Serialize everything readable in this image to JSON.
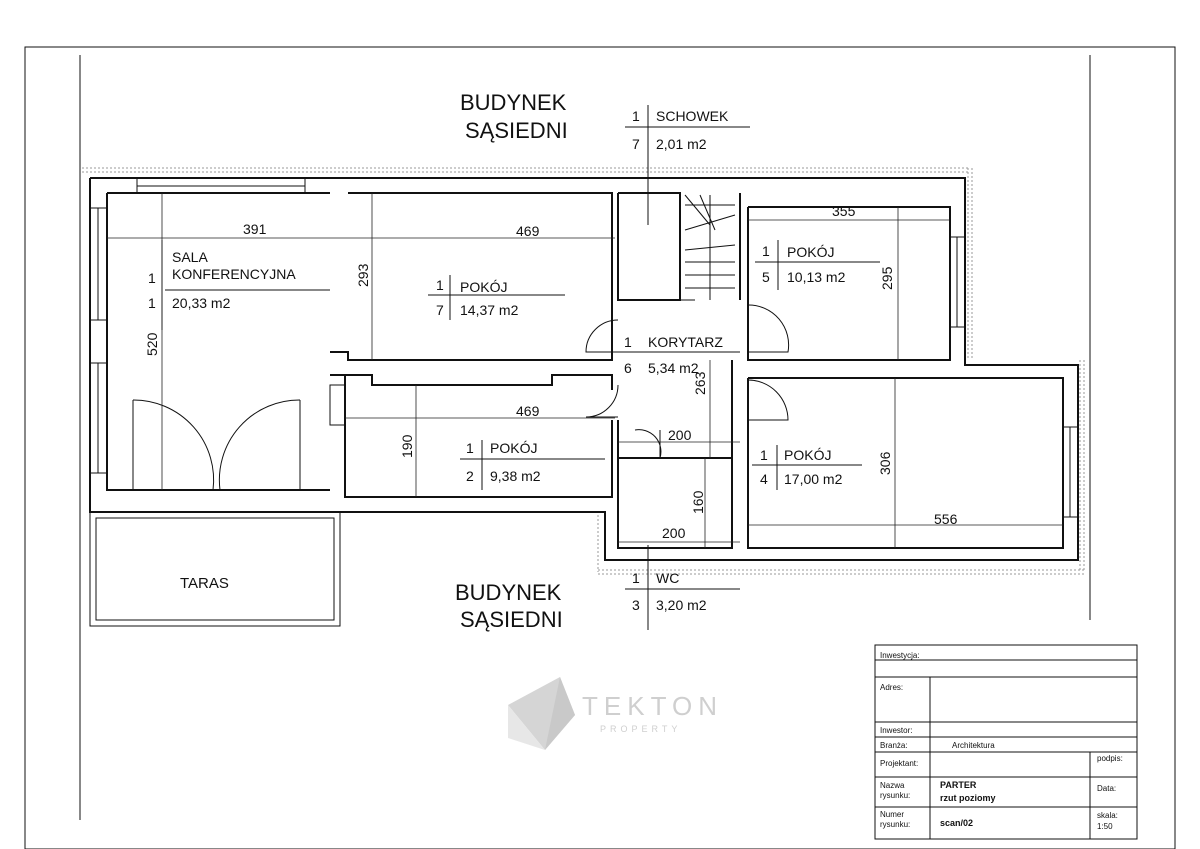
{
  "building_labels": {
    "top_line1": "BUDYNEK",
    "top_line2": "SĄSIEDNI",
    "bottom_line1": "BUDYNEK",
    "bottom_line2": "SĄSIEDNI"
  },
  "rooms": [
    {
      "id": "sala",
      "level": "1",
      "name1": "SALA",
      "name2": "KONFERENCYJNA",
      "number": "1",
      "area": "20,33 m2"
    },
    {
      "id": "pokoj7",
      "level": "1",
      "name1": "POKÓJ",
      "number": "7",
      "area": "14,37 m2"
    },
    {
      "id": "pokoj5",
      "level": "1",
      "name1": "POKÓJ",
      "number": "5",
      "area": "10,13 m2"
    },
    {
      "id": "korytarz",
      "level": "1",
      "name1": "KORYTARZ",
      "number": "6",
      "area": "5,34 m2"
    },
    {
      "id": "pokoj2",
      "level": "1",
      "name1": "POKÓJ",
      "number": "2",
      "area": "9,38 m2"
    },
    {
      "id": "pokoj4",
      "level": "1",
      "name1": "POKÓJ",
      "number": "4",
      "area": "17,00 m2"
    },
    {
      "id": "schowek",
      "level": "1",
      "name1": "SCHOWEK",
      "number": "7",
      "area": "2,01 m2"
    },
    {
      "id": "wc",
      "level": "1",
      "name1": "WC",
      "number": "3",
      "area": "3,20 m2"
    }
  ],
  "taras": "TARAS",
  "dimensions": {
    "d391": "391",
    "d469a": "469",
    "d355": "355",
    "d293": "293",
    "d295": "295",
    "d520": "520",
    "d469b": "469",
    "d190": "190",
    "d263": "263",
    "d200a": "200",
    "d306": "306",
    "d160": "160",
    "d200b": "200",
    "d556": "556"
  },
  "watermark": {
    "brand": "TEKTON",
    "sub": "PROPERTY"
  },
  "title_block": {
    "inwestycja_label": "Inwestycja:",
    "adres_label": "Adres:",
    "inwestor_label": "Inwestor:",
    "branza_label": "Branża:",
    "branza_value": "Architektura",
    "podpis_label": "podpis:",
    "projektant_label": "Projektant:",
    "nazwa_label_1": "Nazwa",
    "nazwa_label_2": "rysunku:",
    "nazwa_value_1": "PARTER",
    "nazwa_value_2": "rzut poziomy",
    "data_label": "Data:",
    "numer_label_1": "Numer",
    "numer_label_2": "rysunku:",
    "numer_value": "scan/02",
    "skala_label": "skala:",
    "skala_value": "1:50"
  }
}
